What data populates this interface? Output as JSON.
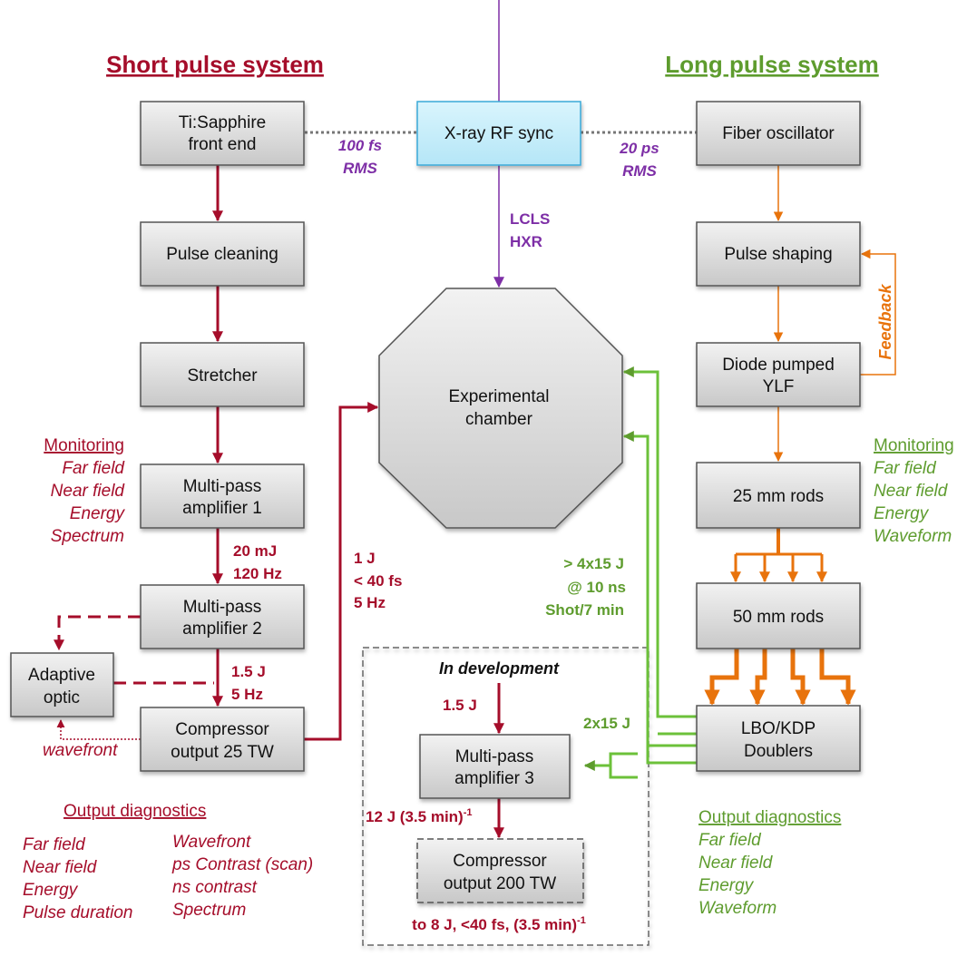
{
  "titles": {
    "short": "Short pulse system",
    "long": "Long pulse system"
  },
  "colors": {
    "short": "#a50d2a",
    "long": "#5e9c2e",
    "sync": "#7d2ea6",
    "long_beam": "#e8730c",
    "sync_box": "#c9eefa"
  },
  "short": {
    "ti_1": "Ti:Sapphire",
    "ti_2": "front end",
    "cleaning": "Pulse cleaning",
    "stretcher": "Stretcher",
    "mpa1_1": "Multi-pass",
    "mpa1_2": "amplifier 1",
    "mpa2_1": "Multi-pass",
    "mpa2_2": "amplifier 2",
    "comp_1": "Compressor",
    "comp_2": "output 25 TW",
    "ao_1": "Adaptive",
    "ao_2": "optic",
    "l1_1": "20 mJ",
    "l1_2": "120 Hz",
    "l2_1": "1.5 J",
    "l2_2": "5 Hz",
    "out_1": "1 J",
    "out_2": "< 40 fs",
    "out_3": "5 Hz",
    "wavefront": "wavefront",
    "monitoring": {
      "title": "Monitoring",
      "items": [
        "Far field",
        "Near field",
        "Energy",
        "Spectrum"
      ]
    },
    "diagnostics": {
      "title": "Output diagnostics",
      "col1": [
        "Far field",
        "Near field",
        "Energy",
        "Pulse duration"
      ],
      "col2": [
        "Wavefront",
        "ps Contrast (scan)",
        "ns contrast",
        "Spectrum"
      ]
    }
  },
  "center": {
    "sync": "X-ray  RF sync",
    "fs_1": "100 fs",
    "fs_2": "RMS",
    "ps_1": "20 ps",
    "ps_2": "RMS",
    "lcls_1": "LCLS",
    "lcls_2": "HXR",
    "chamber_1": "Experimental",
    "chamber_2": "chamber"
  },
  "dev": {
    "title": "In development",
    "in": "1.5 J",
    "mpa3_1": "Multi-pass",
    "mpa3_2": "amplifier 3",
    "mid": "12 J (3.5 min)",
    "mid_sup": "-1",
    "comp_1": "Compressor",
    "comp_2": "output 200 TW",
    "out": "to 8 J, <40 fs, (3.5 min)",
    "out_sup": "-1",
    "green": "2x15 J"
  },
  "long": {
    "fiber": "Fiber oscillator",
    "shaping": "Pulse shaping",
    "ylf_1": "Diode pumped",
    "ylf_2": "YLF",
    "rods25": "25 mm rods",
    "rods50": "50 mm rods",
    "lbo_1": "LBO/KDP",
    "lbo_2": "Doublers",
    "feedback": "Feedback",
    "out_1": "> 4x15 J",
    "out_2": "@ 10 ns",
    "out_3": "Shot/7 min",
    "monitoring": {
      "title": "Monitoring",
      "items": [
        "Far field",
        "Near field",
        "Energy",
        "Waveform"
      ]
    },
    "diagnostics": {
      "title": "Output diagnostics",
      "items": [
        "Far field",
        "Near field",
        "Energy",
        "Waveform"
      ]
    }
  }
}
